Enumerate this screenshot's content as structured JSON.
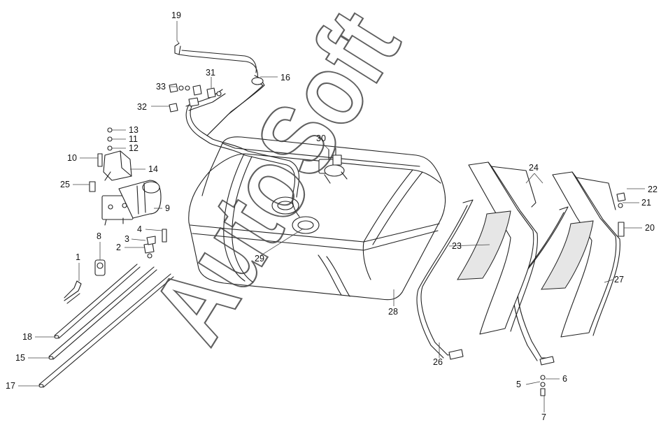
{
  "watermark": "AutoSoft",
  "callouts": [
    {
      "id": "c1",
      "text": "1"
    },
    {
      "id": "c2",
      "text": "2"
    },
    {
      "id": "c3",
      "text": "3"
    },
    {
      "id": "c4",
      "text": "4"
    },
    {
      "id": "c5",
      "text": "5"
    },
    {
      "id": "c6",
      "text": "6"
    },
    {
      "id": "c7",
      "text": "7"
    },
    {
      "id": "c8",
      "text": "8"
    },
    {
      "id": "c9",
      "text": "9"
    },
    {
      "id": "c10",
      "text": "10"
    },
    {
      "id": "c11",
      "text": "11"
    },
    {
      "id": "c12",
      "text": "12"
    },
    {
      "id": "c13",
      "text": "13"
    },
    {
      "id": "c14",
      "text": "14"
    },
    {
      "id": "c15",
      "text": "15"
    },
    {
      "id": "c16",
      "text": "16"
    },
    {
      "id": "c17",
      "text": "17"
    },
    {
      "id": "c18",
      "text": "18"
    },
    {
      "id": "c19",
      "text": "19"
    },
    {
      "id": "c20",
      "text": "20"
    },
    {
      "id": "c21",
      "text": "21"
    },
    {
      "id": "c22",
      "text": "22"
    },
    {
      "id": "c23",
      "text": "23"
    },
    {
      "id": "c24",
      "text": "24"
    },
    {
      "id": "c25",
      "text": "25"
    },
    {
      "id": "c26",
      "text": "26"
    },
    {
      "id": "c27",
      "text": "27"
    },
    {
      "id": "c28",
      "text": "28"
    },
    {
      "id": "c29",
      "text": "29"
    },
    {
      "id": "c30",
      "text": "30"
    },
    {
      "id": "c31",
      "text": "31"
    },
    {
      "id": "c32",
      "text": "32"
    },
    {
      "id": "c33",
      "text": "33"
    }
  ]
}
